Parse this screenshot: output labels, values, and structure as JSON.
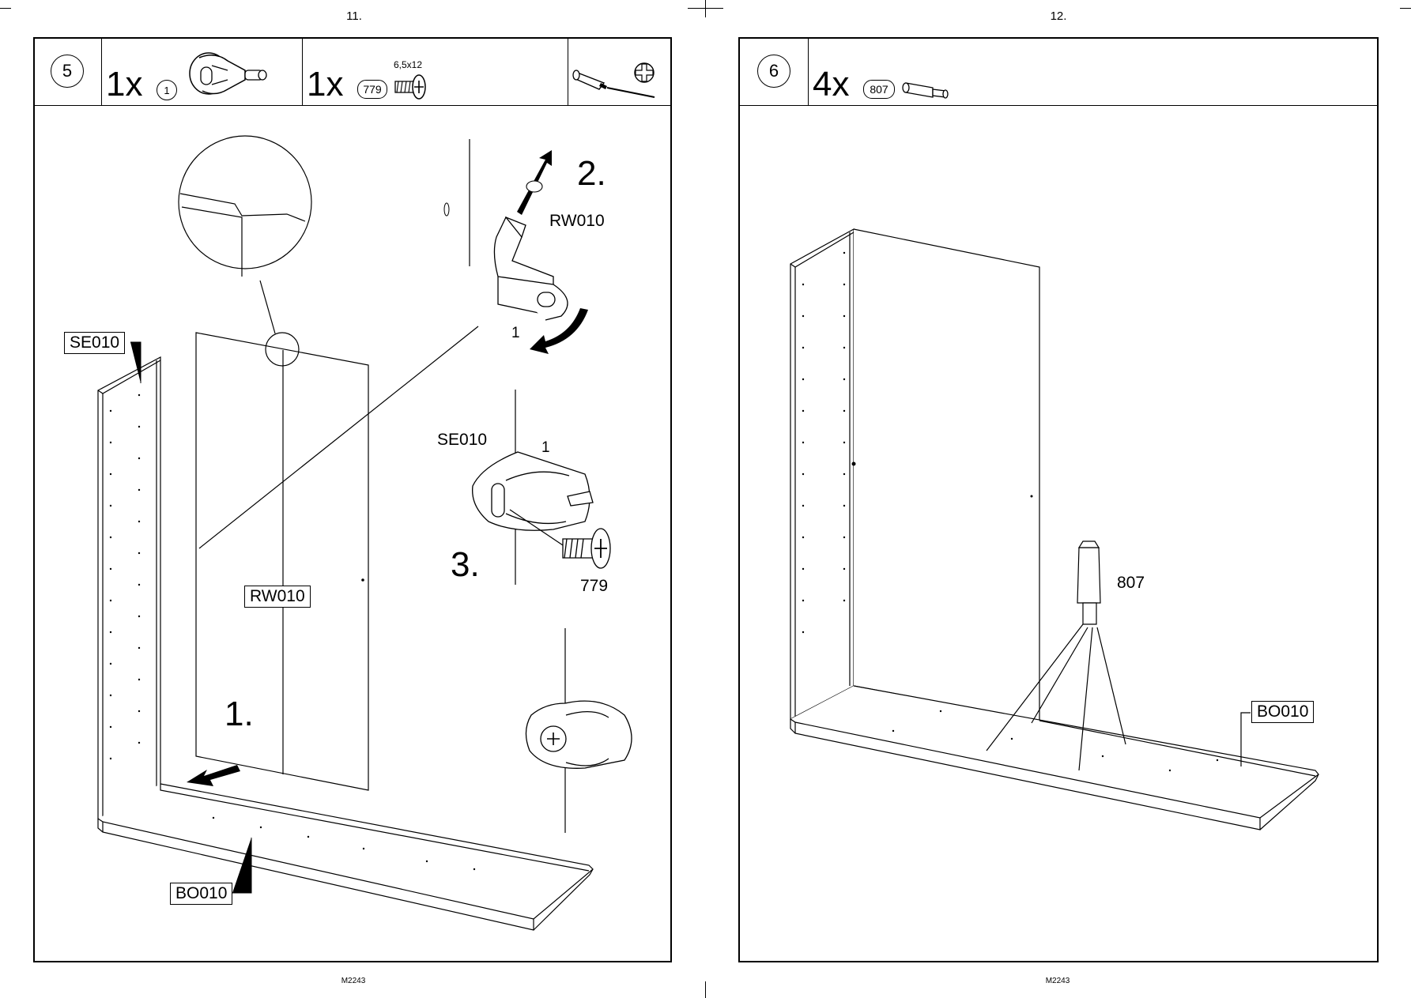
{
  "pages": [
    {
      "page_number": "11.",
      "footer_code": "M2243",
      "step": "5",
      "parts": [
        {
          "qty": "1x",
          "part_no": "1",
          "icon": "cam-lock-fitting-icon"
        },
        {
          "qty": "1x",
          "part_no": "779",
          "size": "6,5x12",
          "icon": "screw-icon"
        }
      ],
      "tool_icons": [
        "screwdriver-icon",
        "phillips-head-icon"
      ],
      "labels": {
        "side_panel": "SE010",
        "back_panel": "RW010",
        "bottom_panel": "BO010",
        "detail_back_panel": "RW010",
        "detail_side_panel": "SE010",
        "fitting_no_a": "1",
        "fitting_no_b": "1",
        "screw_no": "779"
      },
      "substeps": [
        "1.",
        "2.",
        "3."
      ]
    },
    {
      "page_number": "12.",
      "footer_code": "M2243",
      "step": "6",
      "parts": [
        {
          "qty": "4x",
          "part_no": "807",
          "icon": "shelf-pin-icon"
        }
      ],
      "labels": {
        "pin": "807",
        "bottom_panel": "BO010"
      }
    }
  ]
}
